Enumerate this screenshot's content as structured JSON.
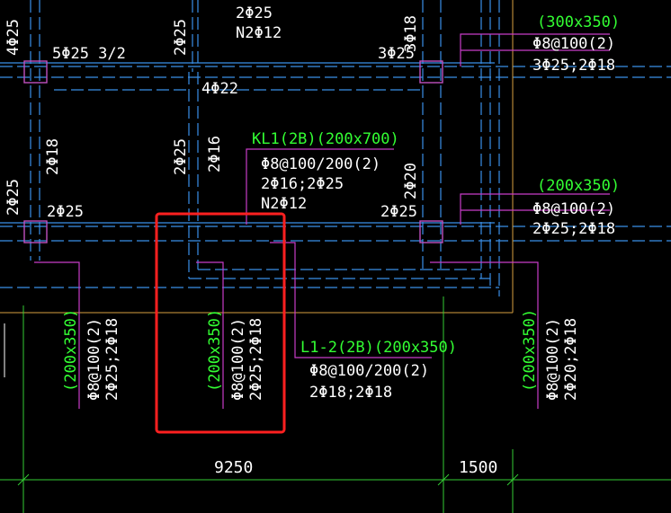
{
  "colors": {
    "background": "#000000",
    "beam_line": "#3a8fe8",
    "column": "#c050c0",
    "leader": "#c83cc8",
    "dimension": "#33cc33",
    "boundary": "#d8a040",
    "highlight_box": "#ff2020",
    "text": "#ffffff",
    "beam_id_text": "#33ff33"
  },
  "labels": {
    "top_left_vertical_4d25": "4Φ25",
    "top_left_5d25": "5Φ25 3/2",
    "top_mid_vertical_2d25": "2Φ25",
    "top_2d25": "2Φ25",
    "top_n2d12": "N2Φ12",
    "top_right_vertical_3d18": "3Φ18",
    "top_right_3d25": "3Φ25",
    "mid_4d22": "4Φ22",
    "left_vertical_2d18": "2Φ18",
    "mid_vertical_2d25": "2Φ25",
    "mid_vertical_2d16": "2Φ16",
    "left_edge_vertical_2d25": "2Φ25",
    "left_2d25": "2Φ25",
    "right_vertical_2d20": "2Φ20",
    "right_2d25": "2Φ25"
  },
  "beams": {
    "right_top": {
      "size": "(300x350)",
      "stirrup": "Φ8@100(2)",
      "bars": "3Φ25;2Φ18"
    },
    "kl1": {
      "id": "KL1(2B)(200x700)",
      "stirrup": "Φ8@100/200(2)",
      "bars": "2Φ16;2Φ25",
      "side": "N2Φ12"
    },
    "right_mid": {
      "size": "(200x350)",
      "stirrup": "Φ8@100(2)",
      "bars": "2Φ25;2Φ18"
    },
    "l1_2": {
      "id": "L1-2(2B)(200x350)",
      "stirrup": "Φ8@100/200(2)",
      "bars": "2Φ18;2Φ18"
    },
    "vertical_left": {
      "size": "(200x350)",
      "stirrup": "Φ8@100(2)",
      "bars": "2Φ25;2Φ18"
    },
    "vertical_mid": {
      "size": "(200x350)",
      "stirrup": "Φ8@100(2)",
      "bars": "2Φ25;2Φ18"
    },
    "vertical_right": {
      "size": "(200x350)",
      "stirrup": "Φ8@100(2)",
      "bars": "2Φ20;2Φ18"
    }
  },
  "dimensions": {
    "span_main": "9250",
    "span_right": "1500"
  }
}
